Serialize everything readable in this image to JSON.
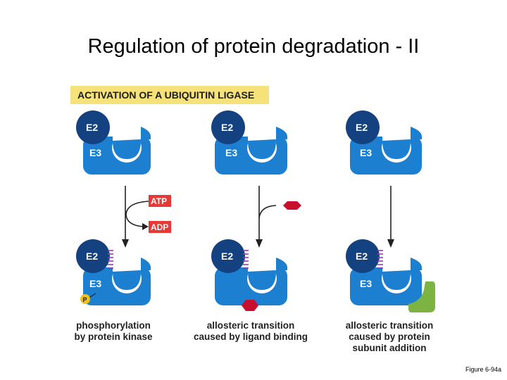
{
  "title": "Regulation of protein degradation - II",
  "banner": "ACTIVATION OF A UBIQUITIN LIGASE",
  "labels": {
    "e2": "E2",
    "e3": "E3",
    "atp": "ATP",
    "adp": "ADP",
    "phospho": "P"
  },
  "captions": [
    "phosphorylation\nby protein kinase",
    "allosteric transition\ncaused by ligand binding",
    "allosteric transition\ncaused by protein\nsubunit addition"
  ],
  "figure_ref": "Figure 6-94a",
  "colors": {
    "e3_blue": "#1c7fd0",
    "e2_navy": "#14417f",
    "ligand_red": "#c8102e",
    "subunit_green": "#7cb342",
    "atp_red": "#e53935",
    "ubiquitin_purple": "#8e3ea8",
    "phospho_yellow": "#f2c21b",
    "banner_yellow": "#f6e27a"
  }
}
